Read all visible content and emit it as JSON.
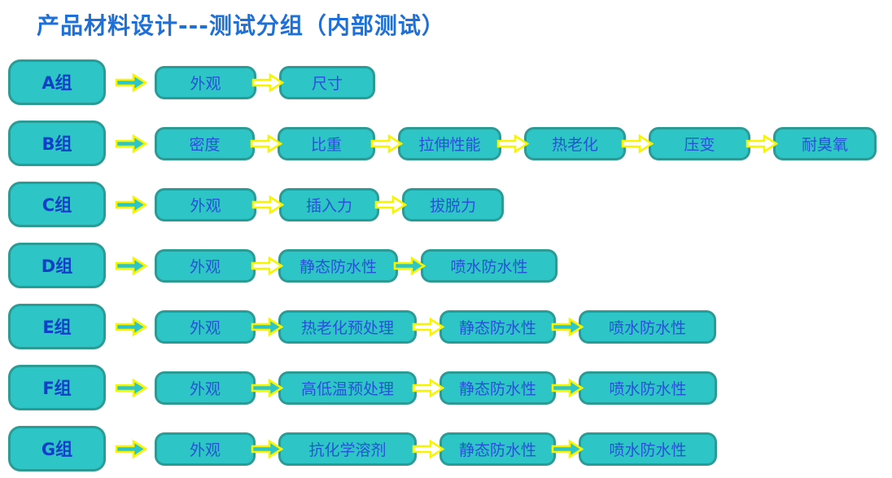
{
  "title": "产品材料设计---测试分组（内部测试）",
  "colors": {
    "title_text": "#1e6fd8",
    "box_fill": "#2ec5c6",
    "box_border": "#2b9b96",
    "group_text": "#1140c8",
    "test_text": "#2553d6",
    "arrow_outline": "#f7f400",
    "arrow_fill_teal": "#2ec5c6",
    "arrow_fill_white": "#ffffff"
  },
  "rows": [
    {
      "group": "A组",
      "steps": [
        "外观",
        "尺寸"
      ],
      "widths": [
        125,
        118
      ],
      "arrow_fills": [
        "teal",
        "white"
      ]
    },
    {
      "group": "B组",
      "steps": [
        "密度",
        "比重",
        "拉伸性能",
        "热老化",
        "压变",
        "耐臭氧"
      ],
      "widths": [
        123,
        120,
        127,
        125,
        125,
        127
      ],
      "arrow_fills": [
        "teal",
        "white",
        "white",
        "white",
        "white",
        "white"
      ]
    },
    {
      "group": "C组",
      "steps": [
        "外观",
        "插入力",
        "拔脱力"
      ],
      "widths": [
        125,
        123,
        125
      ],
      "arrow_fills": [
        "teal",
        "white",
        "white"
      ]
    },
    {
      "group": "D组",
      "steps": [
        "外观",
        "静态防水性",
        "喷水防水性"
      ],
      "widths": [
        124,
        147,
        168
      ],
      "arrow_fills": [
        "teal",
        "white",
        "teal"
      ]
    },
    {
      "group": "E组",
      "steps": [
        "外观",
        "热老化预处理",
        "静态防水性",
        "喷水防水性"
      ],
      "widths": [
        124,
        170,
        143,
        169
      ],
      "arrow_fills": [
        "teal",
        "teal",
        "white",
        "teal"
      ]
    },
    {
      "group": "F组",
      "steps": [
        "外观",
        "高低温预处理",
        "静态防水性",
        "喷水防水性"
      ],
      "widths": [
        124,
        170,
        143,
        170
      ],
      "arrow_fills": [
        "teal",
        "teal",
        "white",
        "teal"
      ]
    },
    {
      "group": "G组",
      "steps": [
        "外观",
        "抗化学溶剂",
        "静态防水性",
        "喷水防水性"
      ],
      "widths": [
        124,
        170,
        143,
        170
      ],
      "arrow_fills": [
        "teal",
        "teal",
        "white",
        "teal"
      ]
    }
  ]
}
